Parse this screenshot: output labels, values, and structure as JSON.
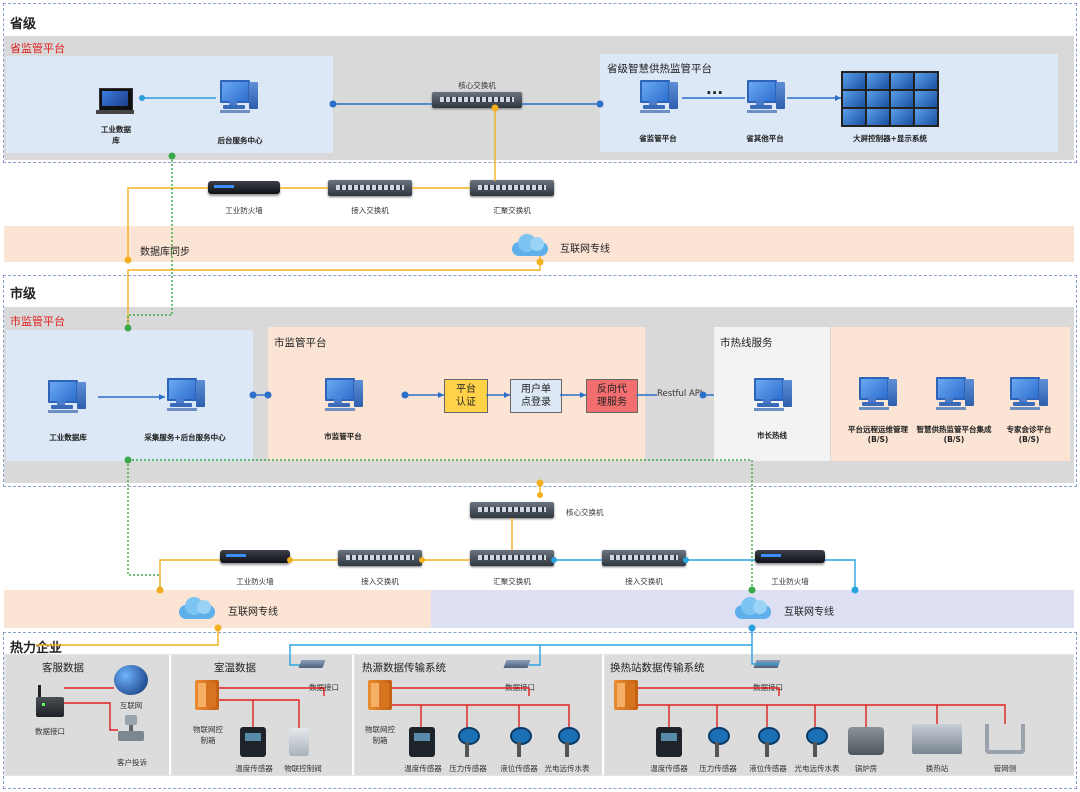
{
  "sections": {
    "province": "省级",
    "city": "市级",
    "enterprise": "热力企业"
  },
  "province": {
    "platform_red": "省监管平台",
    "industrial_db": "工业数据\n库",
    "backend_center": "后台服务中心",
    "core_switch": "核心交换机",
    "smart_platform_title": "省级智慧供热监管平台",
    "ellipsis": "···",
    "pc1": "省监管平台",
    "pc2": "省其他平台",
    "bigscreen": "大屏控制器+显示系统",
    "firewall": "工业防火墙",
    "access_switch": "接入交换机",
    "agg_switch": "汇聚交换机",
    "db_sync": "数据库同步",
    "internet_line": "互联网专线"
  },
  "city": {
    "platform_red": "市监管平台",
    "industrial_db": "工业数据库",
    "collect_center": "采集服务+后台服务中心",
    "supervise_title": "市监管平台",
    "supervise_pc": "市监管平台",
    "flow_auth": "平台\n认证",
    "flow_sso": "用户单\n点登录",
    "flow_proxy": "反向代\n理服务",
    "restful": "Restful API",
    "hotline_title": "市热线服务",
    "hotline_pc": "市长热线",
    "ops": "平台远程运维管理\n(B/S)",
    "integration": "智慧供热监管平台集成\n(B/S)",
    "expert": "专家会诊平台\n(B/S)",
    "core_switch": "核心交换机",
    "firewall_left": "工业防火墙",
    "access_left": "接入交换机",
    "agg_switch": "汇聚交换机",
    "access_right": "接入交换机",
    "firewall_right": "工业防火墙",
    "internet_left": "互联网专线",
    "internet_right": "互联网专线"
  },
  "enterprise": {
    "customer_title": "客服数据",
    "customer_internet": "互联网",
    "customer_dataport": "数据接口",
    "customer_complaint": "客户投诉",
    "room_title": "室温数据",
    "room_dataport": "数据接口",
    "room_box": "物联网控\n制箱",
    "room_temp": "温度传感器",
    "room_valve": "物联控制阀",
    "heat_title": "热源数据传输系统",
    "heat_dataport": "数据接口",
    "heat_box": "物联网控\n制箱",
    "heat_temp": "温度传感器",
    "heat_press": "压力传感器",
    "heat_level": "液位传感器",
    "heat_meter": "光电远传水表",
    "station_title": "换热站数据传输系统",
    "station_dataport": "数据接口",
    "station_temp": "温度传感器",
    "station_press": "压力传感器",
    "station_level": "液位传感器",
    "station_meter": "光电远传水表",
    "station_boiler": "锅炉房",
    "station_exchange": "换热站",
    "station_pipe": "管网侧"
  },
  "colors": {
    "blue_line": "#2b6fc9",
    "orange_line": "#f2b01e",
    "green_dash": "#3aa84a",
    "red_line": "#e02020",
    "cyan_line": "#29a3e0"
  }
}
